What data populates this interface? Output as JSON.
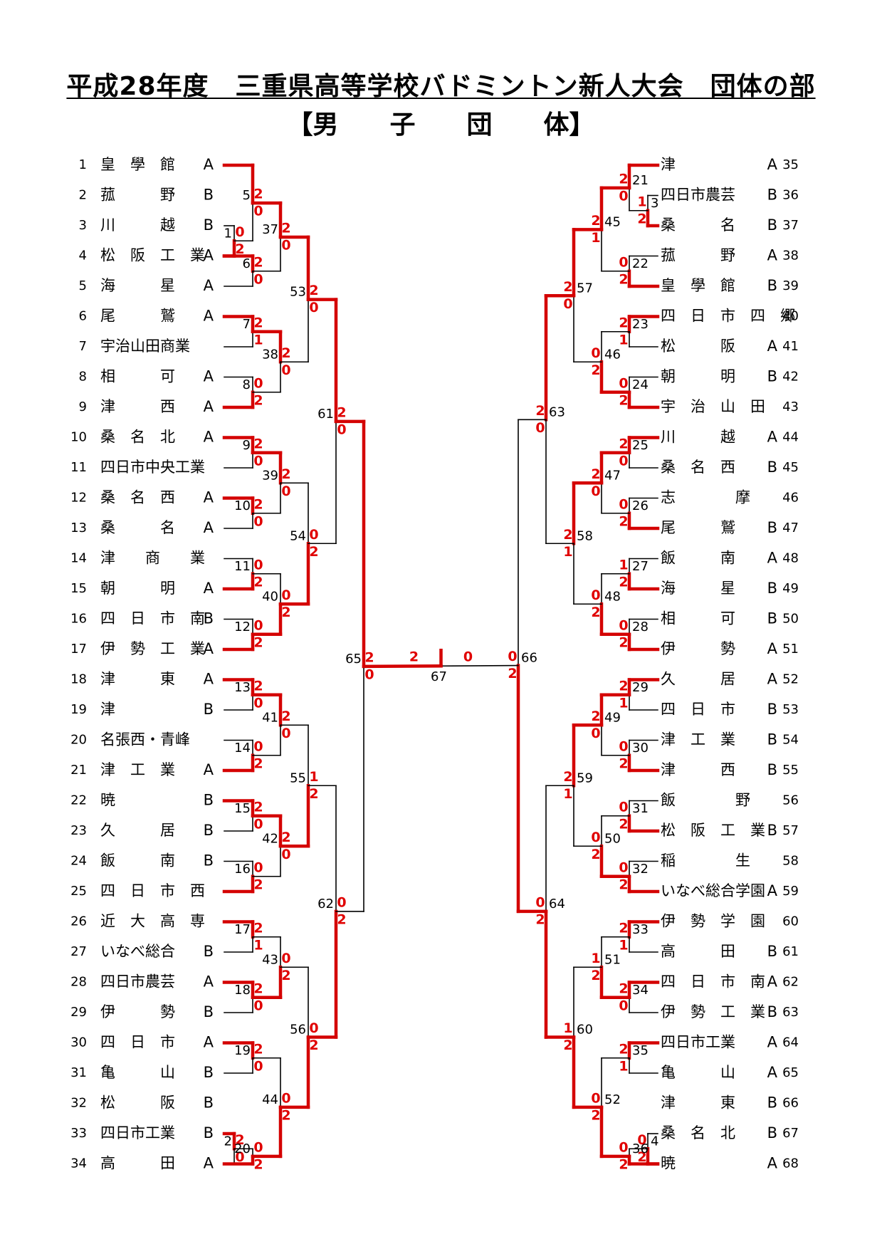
{
  "title": "平成28年度　三重県高等学校バドミントン新人大会　団体の部",
  "subtitle": "【男　　子　　団　　体】",
  "colors": {
    "win": "#d40000",
    "line": "#000000",
    "score": "#e00000"
  },
  "left_teams": [
    {
      "no": "1",
      "name": "皇　學　館",
      "div": "A"
    },
    {
      "no": "2",
      "name": "菰　　　野",
      "div": "B"
    },
    {
      "no": "3",
      "name": "川　　　越",
      "div": "B"
    },
    {
      "no": "4",
      "name": "松　阪　工　業",
      "div": "A"
    },
    {
      "no": "5",
      "name": "海　　　星",
      "div": "A"
    },
    {
      "no": "6",
      "name": "尾　　　鷲",
      "div": "A"
    },
    {
      "no": "7",
      "name": "宇治山田商業",
      "div": ""
    },
    {
      "no": "8",
      "name": "相　　　可",
      "div": "A"
    },
    {
      "no": "9",
      "name": "津　　　西",
      "div": "A"
    },
    {
      "no": "10",
      "name": "桑　名　北",
      "div": "A"
    },
    {
      "no": "11",
      "name": "四日市中央工業",
      "div": ""
    },
    {
      "no": "12",
      "name": "桑　名　西",
      "div": "A"
    },
    {
      "no": "13",
      "name": "桑　　　名",
      "div": "A"
    },
    {
      "no": "14",
      "name": "津　　商　　業",
      "div": ""
    },
    {
      "no": "15",
      "name": "朝　　　明",
      "div": "A"
    },
    {
      "no": "16",
      "name": "四　日　市　南",
      "div": "B"
    },
    {
      "no": "17",
      "name": "伊　勢　工　業",
      "div": "A"
    },
    {
      "no": "18",
      "name": "津　　　東",
      "div": "A"
    },
    {
      "no": "19",
      "name": "津",
      "div": "B"
    },
    {
      "no": "20",
      "name": "名張西・青峰",
      "div": ""
    },
    {
      "no": "21",
      "name": "津　工　業",
      "div": "A"
    },
    {
      "no": "22",
      "name": "暁",
      "div": "B"
    },
    {
      "no": "23",
      "name": "久　　　居",
      "div": "B"
    },
    {
      "no": "24",
      "name": "飯　　　南",
      "div": "B"
    },
    {
      "no": "25",
      "name": "四　日　市　西",
      "div": ""
    },
    {
      "no": "26",
      "name": "近　大　高　専",
      "div": ""
    },
    {
      "no": "27",
      "name": "いなべ総合",
      "div": "B"
    },
    {
      "no": "28",
      "name": "四日市農芸",
      "div": "A"
    },
    {
      "no": "29",
      "name": "伊　　　勢",
      "div": "B"
    },
    {
      "no": "30",
      "name": "四　日　市",
      "div": "A"
    },
    {
      "no": "31",
      "name": "亀　　　山",
      "div": "B"
    },
    {
      "no": "32",
      "name": "松　　　阪",
      "div": "B"
    },
    {
      "no": "33",
      "name": "四日市工業",
      "div": "B"
    },
    {
      "no": "34",
      "name": "高　　　田",
      "div": "A"
    }
  ],
  "right_teams": [
    {
      "no": "35",
      "name": "津",
      "div": "A"
    },
    {
      "no": "36",
      "name": "四日市農芸",
      "div": "B"
    },
    {
      "no": "37",
      "name": "桑　　　名",
      "div": "B"
    },
    {
      "no": "38",
      "name": "菰　　　野",
      "div": "A"
    },
    {
      "no": "39",
      "name": "皇　學　館",
      "div": "B"
    },
    {
      "no": "40",
      "name": "四　日　市　四　郷",
      "div": ""
    },
    {
      "no": "41",
      "name": "松　　　阪",
      "div": "A"
    },
    {
      "no": "42",
      "name": "朝　　　明",
      "div": "B"
    },
    {
      "no": "43",
      "name": "宇　治　山　田",
      "div": ""
    },
    {
      "no": "44",
      "name": "川　　　越",
      "div": "A"
    },
    {
      "no": "45",
      "name": "桑　名　西",
      "div": "B"
    },
    {
      "no": "46",
      "name": "志　　　　摩",
      "div": ""
    },
    {
      "no": "47",
      "name": "尾　　　鷲",
      "div": "B"
    },
    {
      "no": "48",
      "name": "飯　　　南",
      "div": "A"
    },
    {
      "no": "49",
      "name": "海　　　星",
      "div": "B"
    },
    {
      "no": "50",
      "name": "相　　　可",
      "div": "B"
    },
    {
      "no": "51",
      "name": "伊　　　勢",
      "div": "A"
    },
    {
      "no": "52",
      "name": "久　　　居",
      "div": "A"
    },
    {
      "no": "53",
      "name": "四　日　市",
      "div": "B"
    },
    {
      "no": "54",
      "name": "津　工　業",
      "div": "B"
    },
    {
      "no": "55",
      "name": "津　　　西",
      "div": "B"
    },
    {
      "no": "56",
      "name": "飯　　　　野",
      "div": ""
    },
    {
      "no": "57",
      "name": "松　阪　工　業",
      "div": "B"
    },
    {
      "no": "58",
      "name": "稲　　　　生",
      "div": ""
    },
    {
      "no": "59",
      "name": "いなべ総合学園",
      "div": "A"
    },
    {
      "no": "60",
      "name": "伊　勢　学　園",
      "div": ""
    },
    {
      "no": "61",
      "name": "高　　　田",
      "div": "B"
    },
    {
      "no": "62",
      "name": "四　日　市　南",
      "div": "A"
    },
    {
      "no": "63",
      "name": "伊　勢　工　業",
      "div": "B"
    },
    {
      "no": "64",
      "name": "四日市工業",
      "div": "A"
    },
    {
      "no": "65",
      "name": "亀　　　山",
      "div": "A"
    },
    {
      "no": "66",
      "name": "津　　　東",
      "div": "B"
    },
    {
      "no": "67",
      "name": "桑　名　北",
      "div": "B"
    },
    {
      "no": "68",
      "name": "暁",
      "div": "A"
    }
  ],
  "left_matches": [
    {
      "no": "1",
      "a": {
        "t": 2
      },
      "b": {
        "t": 3
      },
      "win": "b",
      "sa": "0",
      "sb": "2"
    },
    {
      "no": "2",
      "a": {
        "t": 32
      },
      "b": {
        "t": 33
      },
      "win": "a",
      "sa": "2",
      "sb": "0"
    },
    {
      "no": "5",
      "a": {
        "t": 0
      },
      "b": {
        "m": "1"
      },
      "win": "a",
      "sa": "2",
      "sb": "0"
    },
    {
      "no": "6",
      "a": {
        "t": 3
      },
      "b": {
        "t": 4
      },
      "win": "a",
      "sa": "2",
      "sb": "0"
    },
    {
      "no": "7",
      "a": {
        "t": 5
      },
      "b": {
        "t": 6
      },
      "win": "a",
      "sa": "2",
      "sb": "1"
    },
    {
      "no": "8",
      "a": {
        "t": 7
      },
      "b": {
        "t": 8
      },
      "win": "b",
      "sa": "0",
      "sb": "2"
    },
    {
      "no": "9",
      "a": {
        "t": 9
      },
      "b": {
        "t": 10
      },
      "win": "a",
      "sa": "2",
      "sb": "0"
    },
    {
      "no": "10",
      "a": {
        "t": 11
      },
      "b": {
        "t": 12
      },
      "win": "a",
      "sa": "2",
      "sb": "0"
    },
    {
      "no": "11",
      "a": {
        "t": 13
      },
      "b": {
        "t": 14
      },
      "win": "b",
      "sa": "0",
      "sb": "2"
    },
    {
      "no": "12",
      "a": {
        "t": 15
      },
      "b": {
        "t": 16
      },
      "win": "b",
      "sa": "0",
      "sb": "2"
    },
    {
      "no": "13",
      "a": {
        "t": 17
      },
      "b": {
        "t": 18
      },
      "win": "a",
      "sa": "2",
      "sb": "0"
    },
    {
      "no": "14",
      "a": {
        "t": 19
      },
      "b": {
        "t": 20
      },
      "win": "b",
      "sa": "0",
      "sb": "2"
    },
    {
      "no": "15",
      "a": {
        "t": 21
      },
      "b": {
        "t": 22
      },
      "win": "a",
      "sa": "2",
      "sb": "0"
    },
    {
      "no": "16",
      "a": {
        "t": 23
      },
      "b": {
        "t": 24
      },
      "win": "b",
      "sa": "0",
      "sb": "2"
    },
    {
      "no": "17",
      "a": {
        "t": 25
      },
      "b": {
        "t": 26
      },
      "win": "a",
      "sa": "2",
      "sb": "1"
    },
    {
      "no": "18",
      "a": {
        "t": 27
      },
      "b": {
        "t": 28
      },
      "win": "a",
      "sa": "2",
      "sb": "0"
    },
    {
      "no": "19",
      "a": {
        "t": 29
      },
      "b": {
        "t": 30
      },
      "win": "a",
      "sa": "2",
      "sb": "0"
    },
    {
      "no": "20",
      "a": {
        "m": "2"
      },
      "b": {
        "t": 33
      },
      "win": "b",
      "sa": "0",
      "sb": "2"
    },
    {
      "no": "37",
      "a": {
        "m": "5"
      },
      "b": {
        "m": "6"
      },
      "win": "a",
      "sa": "2",
      "sb": "0"
    },
    {
      "no": "38",
      "a": {
        "m": "7"
      },
      "b": {
        "m": "8"
      },
      "win": "a",
      "sa": "2",
      "sb": "0"
    },
    {
      "no": "39",
      "a": {
        "m": "9"
      },
      "b": {
        "m": "10"
      },
      "win": "a",
      "sa": "2",
      "sb": "0"
    },
    {
      "no": "40",
      "a": {
        "m": "11"
      },
      "b": {
        "m": "12"
      },
      "win": "b",
      "sa": "0",
      "sb": "2"
    },
    {
      "no": "41",
      "a": {
        "m": "13"
      },
      "b": {
        "m": "14"
      },
      "win": "a",
      "sa": "2",
      "sb": "0"
    },
    {
      "no": "42",
      "a": {
        "m": "15"
      },
      "b": {
        "m": "16"
      },
      "win": "a",
      "sa": "2",
      "sb": "0"
    },
    {
      "no": "43",
      "a": {
        "m": "17"
      },
      "b": {
        "m": "18"
      },
      "win": "b",
      "sa": "0",
      "sb": "2"
    },
    {
      "no": "44",
      "a": {
        "m": "19"
      },
      "b": {
        "m": "20"
      },
      "win": "b",
      "sa": "0",
      "sb": "2"
    },
    {
      "no": "53",
      "a": {
        "m": "37"
      },
      "b": {
        "m": "38"
      },
      "win": "a",
      "sa": "2",
      "sb": "0"
    },
    {
      "no": "54",
      "a": {
        "m": "39"
      },
      "b": {
        "m": "40"
      },
      "win": "b",
      "sa": "0",
      "sb": "2"
    },
    {
      "no": "55",
      "a": {
        "m": "41"
      },
      "b": {
        "m": "42"
      },
      "win": "b",
      "sa": "1",
      "sb": "2"
    },
    {
      "no": "56",
      "a": {
        "m": "43"
      },
      "b": {
        "m": "44"
      },
      "win": "b",
      "sa": "0",
      "sb": "2"
    },
    {
      "no": "61",
      "a": {
        "m": "53"
      },
      "b": {
        "m": "54"
      },
      "win": "a",
      "sa": "2",
      "sb": "0"
    },
    {
      "no": "62",
      "a": {
        "m": "55"
      },
      "b": {
        "m": "56"
      },
      "win": "b",
      "sa": "0",
      "sb": "2"
    },
    {
      "no": "65",
      "a": {
        "m": "61"
      },
      "b": {
        "m": "62"
      },
      "win": "a",
      "sa": "2",
      "sb": "0"
    }
  ],
  "right_matches": [
    {
      "no": "3",
      "a": {
        "t": 1
      },
      "b": {
        "t": 2
      },
      "win": "b",
      "sa": "1",
      "sb": "2"
    },
    {
      "no": "4",
      "a": {
        "t": 32
      },
      "b": {
        "t": 33
      },
      "win": "b",
      "sa": "0",
      "sb": "2"
    },
    {
      "no": "21",
      "a": {
        "t": 0
      },
      "b": {
        "m": "3"
      },
      "win": "a",
      "sa": "2",
      "sb": "0"
    },
    {
      "no": "22",
      "a": {
        "t": 3
      },
      "b": {
        "t": 4
      },
      "win": "b",
      "sa": "0",
      "sb": "2"
    },
    {
      "no": "23",
      "a": {
        "t": 5
      },
      "b": {
        "t": 6
      },
      "win": "a",
      "sa": "2",
      "sb": "1"
    },
    {
      "no": "24",
      "a": {
        "t": 7
      },
      "b": {
        "t": 8
      },
      "win": "b",
      "sa": "0",
      "sb": "2"
    },
    {
      "no": "25",
      "a": {
        "t": 9
      },
      "b": {
        "t": 10
      },
      "win": "a",
      "sa": "2",
      "sb": "0"
    },
    {
      "no": "26",
      "a": {
        "t": 11
      },
      "b": {
        "t": 12
      },
      "win": "b",
      "sa": "0",
      "sb": "2"
    },
    {
      "no": "27",
      "a": {
        "t": 13
      },
      "b": {
        "t": 14
      },
      "win": "b",
      "sa": "1",
      "sb": "2"
    },
    {
      "no": "28",
      "a": {
        "t": 15
      },
      "b": {
        "t": 16
      },
      "win": "b",
      "sa": "0",
      "sb": "2"
    },
    {
      "no": "29",
      "a": {
        "t": 17
      },
      "b": {
        "t": 18
      },
      "win": "a",
      "sa": "2",
      "sb": "1"
    },
    {
      "no": "30",
      "a": {
        "t": 19
      },
      "b": {
        "t": 20
      },
      "win": "b",
      "sa": "0",
      "sb": "2"
    },
    {
      "no": "31",
      "a": {
        "t": 21
      },
      "b": {
        "t": 22
      },
      "win": "b",
      "sa": "0",
      "sb": "2"
    },
    {
      "no": "32",
      "a": {
        "t": 23
      },
      "b": {
        "t": 24
      },
      "win": "b",
      "sa": "0",
      "sb": "2"
    },
    {
      "no": "33",
      "a": {
        "t": 25
      },
      "b": {
        "t": 26
      },
      "win": "a",
      "sa": "2",
      "sb": "1"
    },
    {
      "no": "34",
      "a": {
        "t": 27
      },
      "b": {
        "t": 28
      },
      "win": "a",
      "sa": "2",
      "sb": "0"
    },
    {
      "no": "35",
      "a": {
        "t": 29
      },
      "b": {
        "t": 30
      },
      "win": "a",
      "sa": "2",
      "sb": "1"
    },
    {
      "no": "36",
      "a": {
        "m": "4"
      },
      "b": {
        "t": 33
      },
      "win": "b",
      "sa": "0",
      "sb": "2"
    },
    {
      "no": "45",
      "a": {
        "m": "21"
      },
      "b": {
        "m": "22"
      },
      "win": "a",
      "sa": "2",
      "sb": "1"
    },
    {
      "no": "46",
      "a": {
        "m": "23"
      },
      "b": {
        "m": "24"
      },
      "win": "b",
      "sa": "0",
      "sb": "2"
    },
    {
      "no": "47",
      "a": {
        "m": "25"
      },
      "b": {
        "m": "26"
      },
      "win": "a",
      "sa": "2",
      "sb": "0"
    },
    {
      "no": "48",
      "a": {
        "m": "27"
      },
      "b": {
        "m": "28"
      },
      "win": "b",
      "sa": "0",
      "sb": "2"
    },
    {
      "no": "49",
      "a": {
        "m": "29"
      },
      "b": {
        "m": "30"
      },
      "win": "a",
      "sa": "2",
      "sb": "0"
    },
    {
      "no": "50",
      "a": {
        "m": "31"
      },
      "b": {
        "m": "32"
      },
      "win": "b",
      "sa": "0",
      "sb": "2"
    },
    {
      "no": "51",
      "a": {
        "m": "33"
      },
      "b": {
        "m": "34"
      },
      "win": "b",
      "sa": "1",
      "sb": "2"
    },
    {
      "no": "52",
      "a": {
        "m": "35"
      },
      "b": {
        "m": "36"
      },
      "win": "b",
      "sa": "0",
      "sb": "2"
    },
    {
      "no": "57",
      "a": {
        "m": "45"
      },
      "b": {
        "m": "46"
      },
      "win": "a",
      "sa": "2",
      "sb": "0"
    },
    {
      "no": "58",
      "a": {
        "m": "47"
      },
      "b": {
        "m": "48"
      },
      "win": "a",
      "sa": "2",
      "sb": "1"
    },
    {
      "no": "59",
      "a": {
        "m": "49"
      },
      "b": {
        "m": "50"
      },
      "win": "a",
      "sa": "2",
      "sb": "1"
    },
    {
      "no": "60",
      "a": {
        "m": "51"
      },
      "b": {
        "m": "52"
      },
      "win": "b",
      "sa": "1",
      "sb": "2"
    },
    {
      "no": "63",
      "a": {
        "m": "57"
      },
      "b": {
        "m": "58"
      },
      "win": "a",
      "sa": "2",
      "sb": "0"
    },
    {
      "no": "64",
      "a": {
        "m": "59"
      },
      "b": {
        "m": "60"
      },
      "win": "b",
      "sa": "0",
      "sb": "2"
    },
    {
      "no": "66",
      "a": {
        "m": "63"
      },
      "b": {
        "m": "64"
      },
      "win": "b",
      "sa": "0",
      "sb": "2"
    }
  ],
  "final": {
    "no": "67",
    "left_score": "2",
    "right_score": "0",
    "winner": "left"
  }
}
